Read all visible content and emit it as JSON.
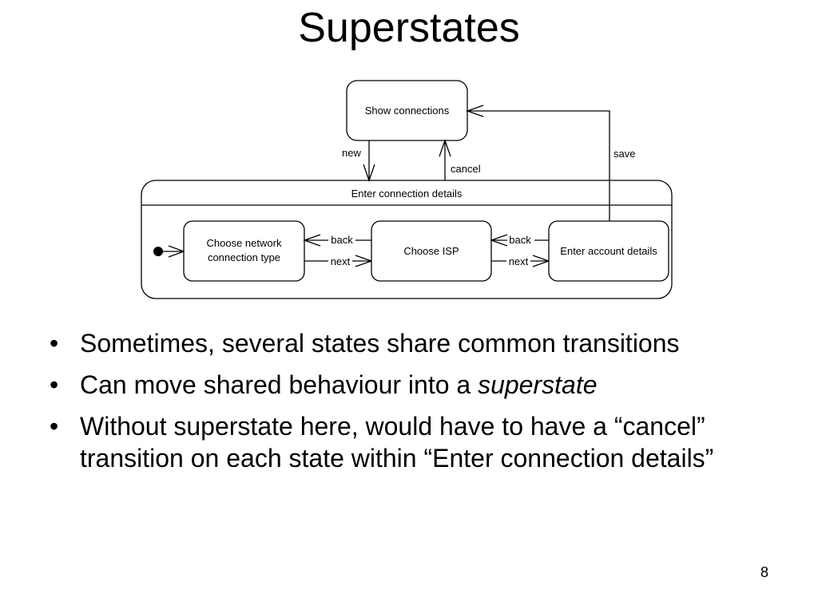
{
  "slide": {
    "title": "Superstates",
    "page_number": "8"
  },
  "diagram": {
    "show_connections": "Show connections",
    "superstate": "Enter connection details",
    "choose_network_line1": "Choose network",
    "choose_network_line2": "connection type",
    "choose_isp": "Choose ISP",
    "enter_account": "Enter account details",
    "labels": {
      "new": "new",
      "cancel": "cancel",
      "save": "save",
      "back": "back",
      "next": "next"
    }
  },
  "bullets": {
    "marker": "•",
    "b1": "Sometimes, several states share common transitions",
    "b2_prefix": "Can move shared behaviour into a ",
    "b2_emphasis": "superstate",
    "b3": "Without superstate here, would have to have a “cancel” transition on each state within “Enter connection details”"
  }
}
